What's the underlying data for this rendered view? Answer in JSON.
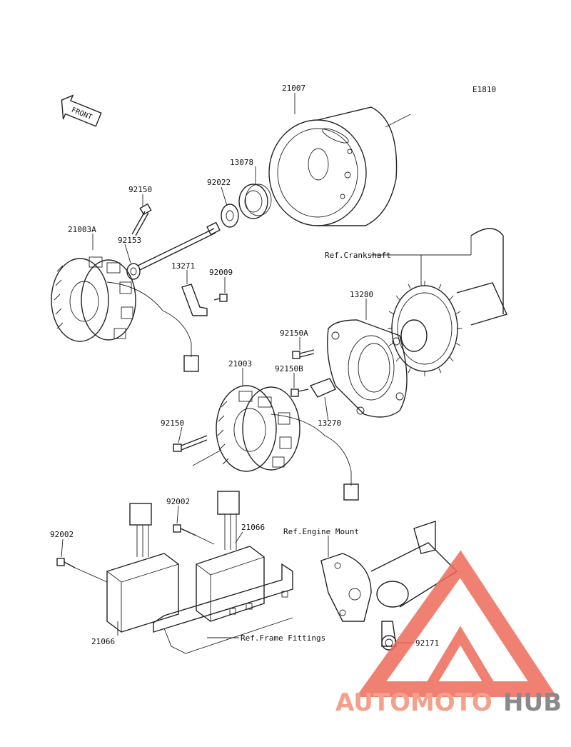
{
  "diagram_code": "E1810",
  "front_badge": "FRONT",
  "parts": {
    "flywheel": "21007",
    "starter_gear": "13078",
    "washer": "92022",
    "bolt_upper": "92150",
    "stator_left": "21003A",
    "spacer": "92153",
    "plate_13271": "13271",
    "bolt_92009": "92009",
    "cover": "13280",
    "bolt_92150a": "92150A",
    "bolt_92150b": "92150B",
    "stator_right": "21003",
    "plate_13270": "13270",
    "bolt_middle": "92150",
    "bolt_92002_mid": "92002",
    "regulator_right": "21066",
    "bolt_92002_left": "92002",
    "regulator_left": "21066",
    "clamp": "92171"
  },
  "references": {
    "crankshaft": "Ref.Crankshaft",
    "engine_mount": "Ref.Engine Mount",
    "frame_fittings": "Ref.Frame Fittings"
  },
  "watermark": {
    "brand_a": "AUTOMOTO",
    "brand_b": "HUB",
    "color_a": "#f4a08a",
    "color_b": "#8a8a8a",
    "logo_color": "#ee6a5a"
  }
}
